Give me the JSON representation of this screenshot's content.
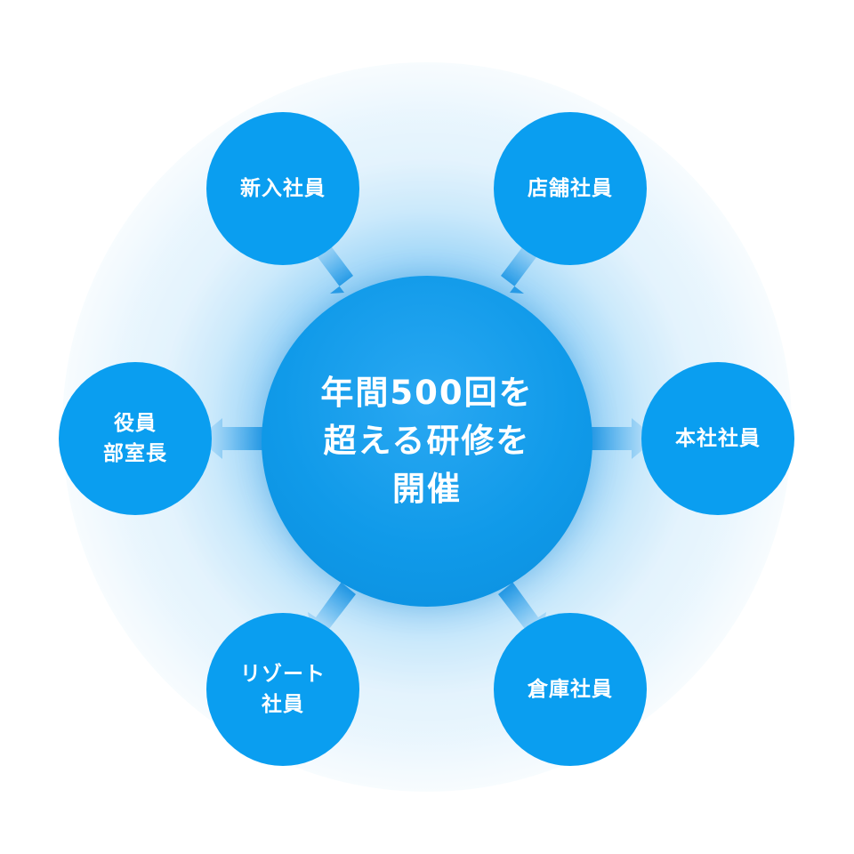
{
  "diagram": {
    "center_text": "年間500回を\n超える研修を\n開催",
    "nodes": [
      {
        "id": "new",
        "label": "新入社員"
      },
      {
        "id": "store",
        "label": "店舗社員"
      },
      {
        "id": "exec",
        "label": "役員\n部室長"
      },
      {
        "id": "hq",
        "label": "本社社員"
      },
      {
        "id": "resort",
        "label": "リゾート\n社員"
      },
      {
        "id": "warehouse",
        "label": "倉庫社員"
      }
    ],
    "colors": {
      "node": "#0a9ef0",
      "center": "#109ae9",
      "arrow_light": "#bfe4fb",
      "arrow_dark": "#2a9ee8",
      "text": "#ffffff"
    }
  }
}
